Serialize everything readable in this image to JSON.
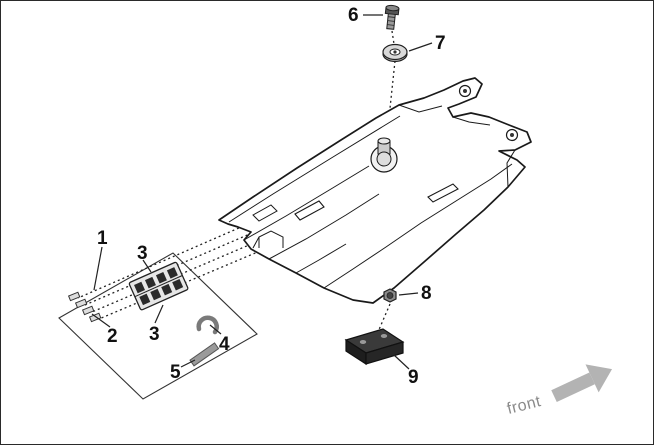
{
  "diagram": {
    "callouts": {
      "c1": {
        "label": "1"
      },
      "c2": {
        "label": "2"
      },
      "c3a": {
        "label": "3"
      },
      "c3b": {
        "label": "3"
      },
      "c4": {
        "label": "4"
      },
      "c5": {
        "label": "5"
      },
      "c6": {
        "label": "6"
      },
      "c7": {
        "label": "7"
      },
      "c8": {
        "label": "8"
      },
      "c9": {
        "label": "9"
      }
    },
    "front_label": "front",
    "colors": {
      "line": "#1a1a1a",
      "arrow_gray": "#b3b3b3",
      "label_gray": "#8a8a8a"
    }
  }
}
